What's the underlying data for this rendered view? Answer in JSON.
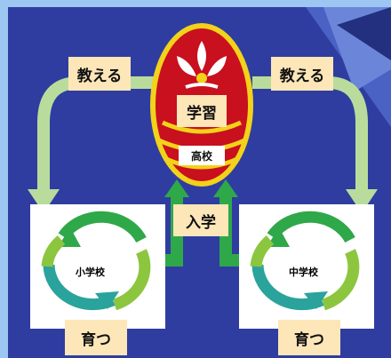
{
  "labels": {
    "teach_left": "教える",
    "teach_right": "教える",
    "learn": "学習",
    "high_school": "高校",
    "enroll": "入学",
    "elementary": "小学校",
    "junior_high": "中学校",
    "nurture_left": "育つ",
    "nurture_right": "育つ"
  },
  "colors": {
    "background": "#2f3da0",
    "frame": "#9ec6f2",
    "arrow_light": "#b9dc9c",
    "label_bg": "#fde6b8",
    "emblem_red": "#c8101e",
    "emblem_yellow": "#f2d21a",
    "cycle_green": "#2fa84a",
    "cycle_teal": "#2aa39c",
    "cycle_light": "#8cc63f"
  }
}
